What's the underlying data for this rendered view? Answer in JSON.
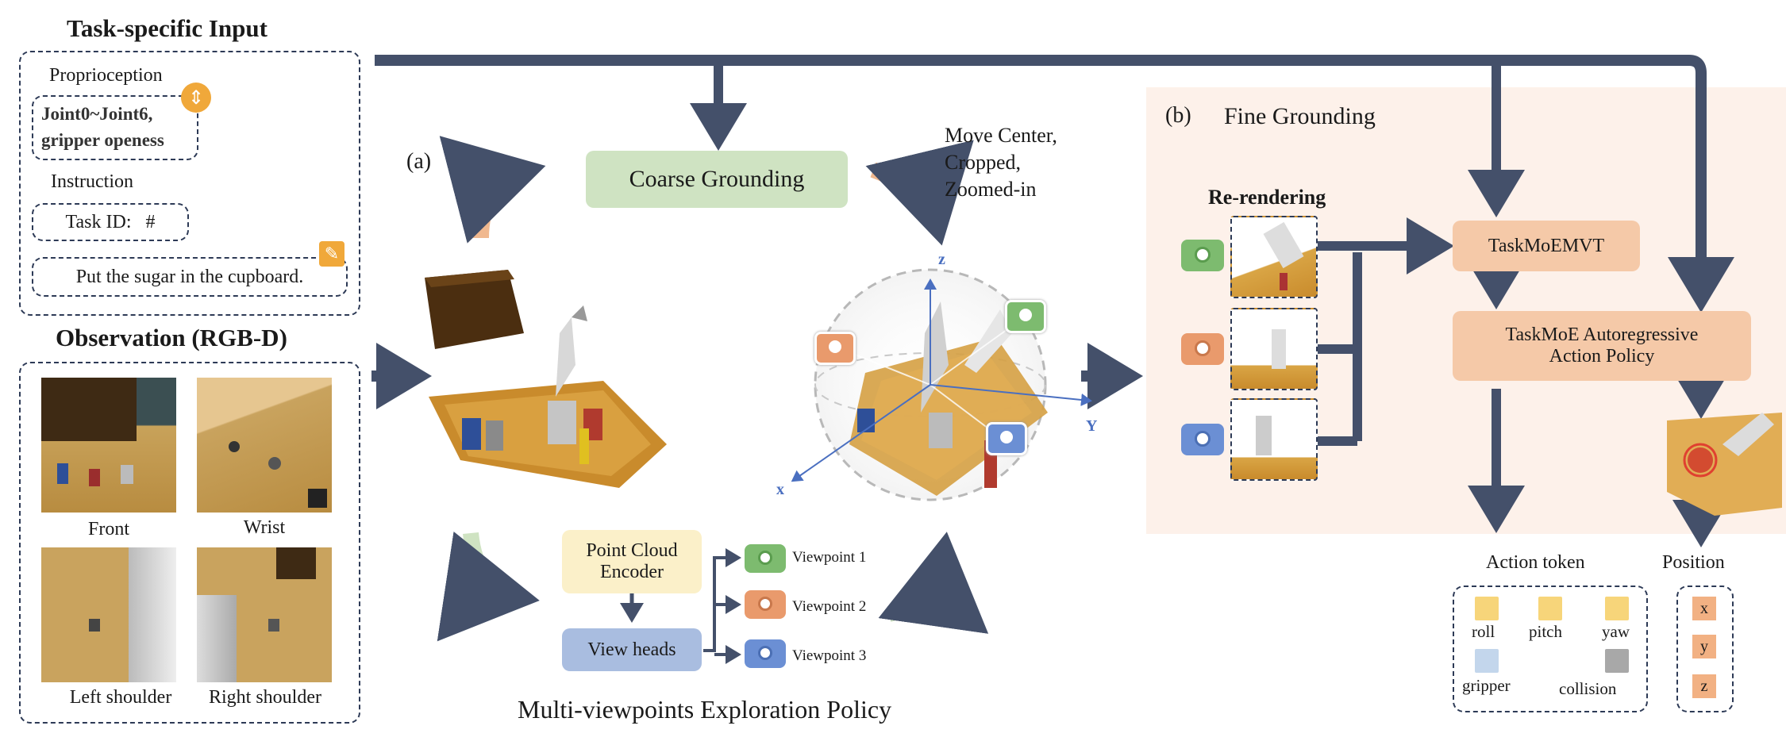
{
  "task_input": {
    "title": "Task-specific Input",
    "proprioception_label": "Proprioception",
    "proprioception_value_line1": "Joint0~Joint6,",
    "proprioception_value_line2": "gripper openess",
    "instruction_label": "Instruction",
    "task_id": "Task ID:   #",
    "instruction_text": "Put the sugar in the cupboard."
  },
  "observation": {
    "title": "Observation (RGB-D)",
    "views": [
      "Front",
      "Wrist",
      "Left shoulder",
      "Right shoulder"
    ]
  },
  "section_a": {
    "label": "(a)",
    "coarse_grounding": "Coarse Grounding",
    "move_note_line1": "Move Center,",
    "move_note_line2": "Cropped,",
    "move_note_line3": "Zoomed-in",
    "encoder_line1": "Point Cloud",
    "encoder_line2": "Encoder",
    "view_heads": "View heads",
    "viewpoints": [
      "Viewpoint 1",
      "Viewpoint 2",
      "Viewpoint 3"
    ],
    "axes": {
      "z": "z",
      "y": "Y",
      "x": "x"
    },
    "caption": "Multi-viewpoints Exploration Policy"
  },
  "section_b": {
    "label": "(b)",
    "title": "Fine Grounding",
    "rerendering": "Re-rendering",
    "emvt": "TaskMoEMVT",
    "policy_line1": "TaskMoE Autoregressive",
    "policy_line2": "Action Policy"
  },
  "outputs": {
    "action_token_label": "Action token",
    "position_label": "Position",
    "tokens": [
      {
        "name": "roll",
        "color": "#f7d57a"
      },
      {
        "name": "pitch",
        "color": "#f7d57a"
      },
      {
        "name": "yaw",
        "color": "#f7d57a"
      },
      {
        "name": "gripper",
        "color": "#c3d6ec"
      },
      {
        "name": "collision",
        "color": "#a8a8a8"
      }
    ],
    "position": [
      "x",
      "y",
      "z"
    ]
  },
  "colors": {
    "arrow": "#44506a",
    "coarse": "#cfe3c2",
    "encoder": "#fbf0c9",
    "view_heads": "#a9bde0",
    "fine_bg": "#fdf1ea",
    "emvt": "#f5c9a8",
    "cam_green": "#7dbb6f",
    "cam_orange": "#e99a6c",
    "cam_blue": "#6b8fd4"
  }
}
